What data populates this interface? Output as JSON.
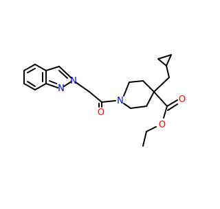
{
  "molecule": {
    "atom_labels": {
      "n_indazole_1": "N",
      "n_indazole_2": "N",
      "n_piperidine": "N",
      "o_amide": "O",
      "o_ester_carbonyl": "O",
      "o_ester_ether": "O"
    },
    "colors": {
      "bond": "#000000",
      "nitrogen": "#0000ff",
      "oxygen": "#ff0000",
      "background": "#ffffff"
    }
  }
}
